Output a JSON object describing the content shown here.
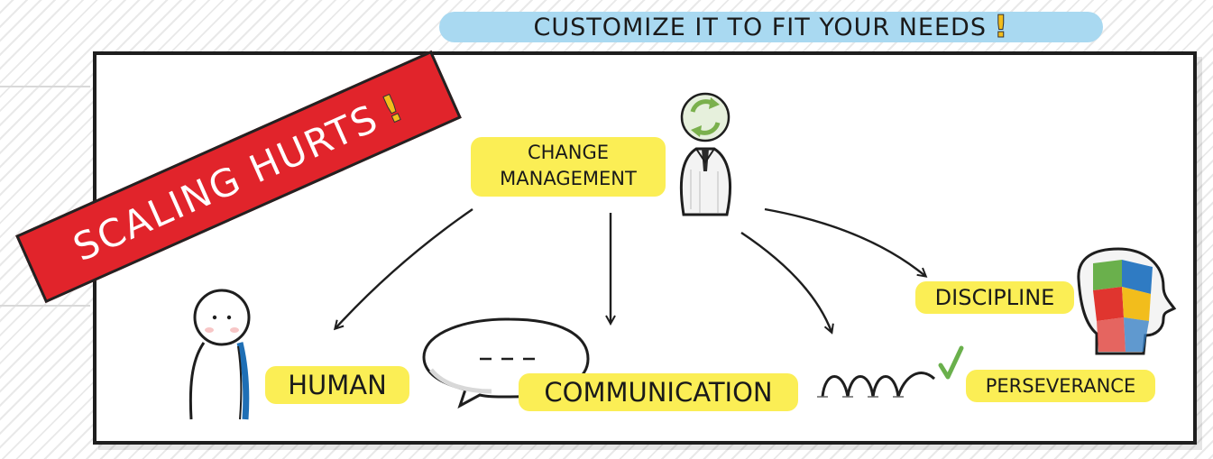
{
  "banner": {
    "text": "CUSTOMIZE IT TO FIT YOUR NEEDS",
    "mark": "!"
  },
  "ribbon": {
    "text": "SCALING HURTS",
    "mark": "!"
  },
  "center": {
    "line1": "CHANGE",
    "line2": "MANAGEMENT"
  },
  "labels": {
    "human": "HUMAN",
    "communication": "COMMUNICATION",
    "discipline": "DISCIPLINE",
    "perseverance": "PERSEVERANCE"
  },
  "colors": {
    "banner": "#a9d9f1",
    "ribbon": "#e1242b",
    "highlight": "#fbee55",
    "accent_blue": "#1f6fb5",
    "check_green": "#6ab04c",
    "exclaim": "#f2bd1c"
  },
  "icons": [
    "person-icon",
    "speech-bubble-icon",
    "manager-icon",
    "refresh-icon",
    "bounce-trail-icon",
    "checkmark-icon",
    "puzzle-head-icon"
  ]
}
